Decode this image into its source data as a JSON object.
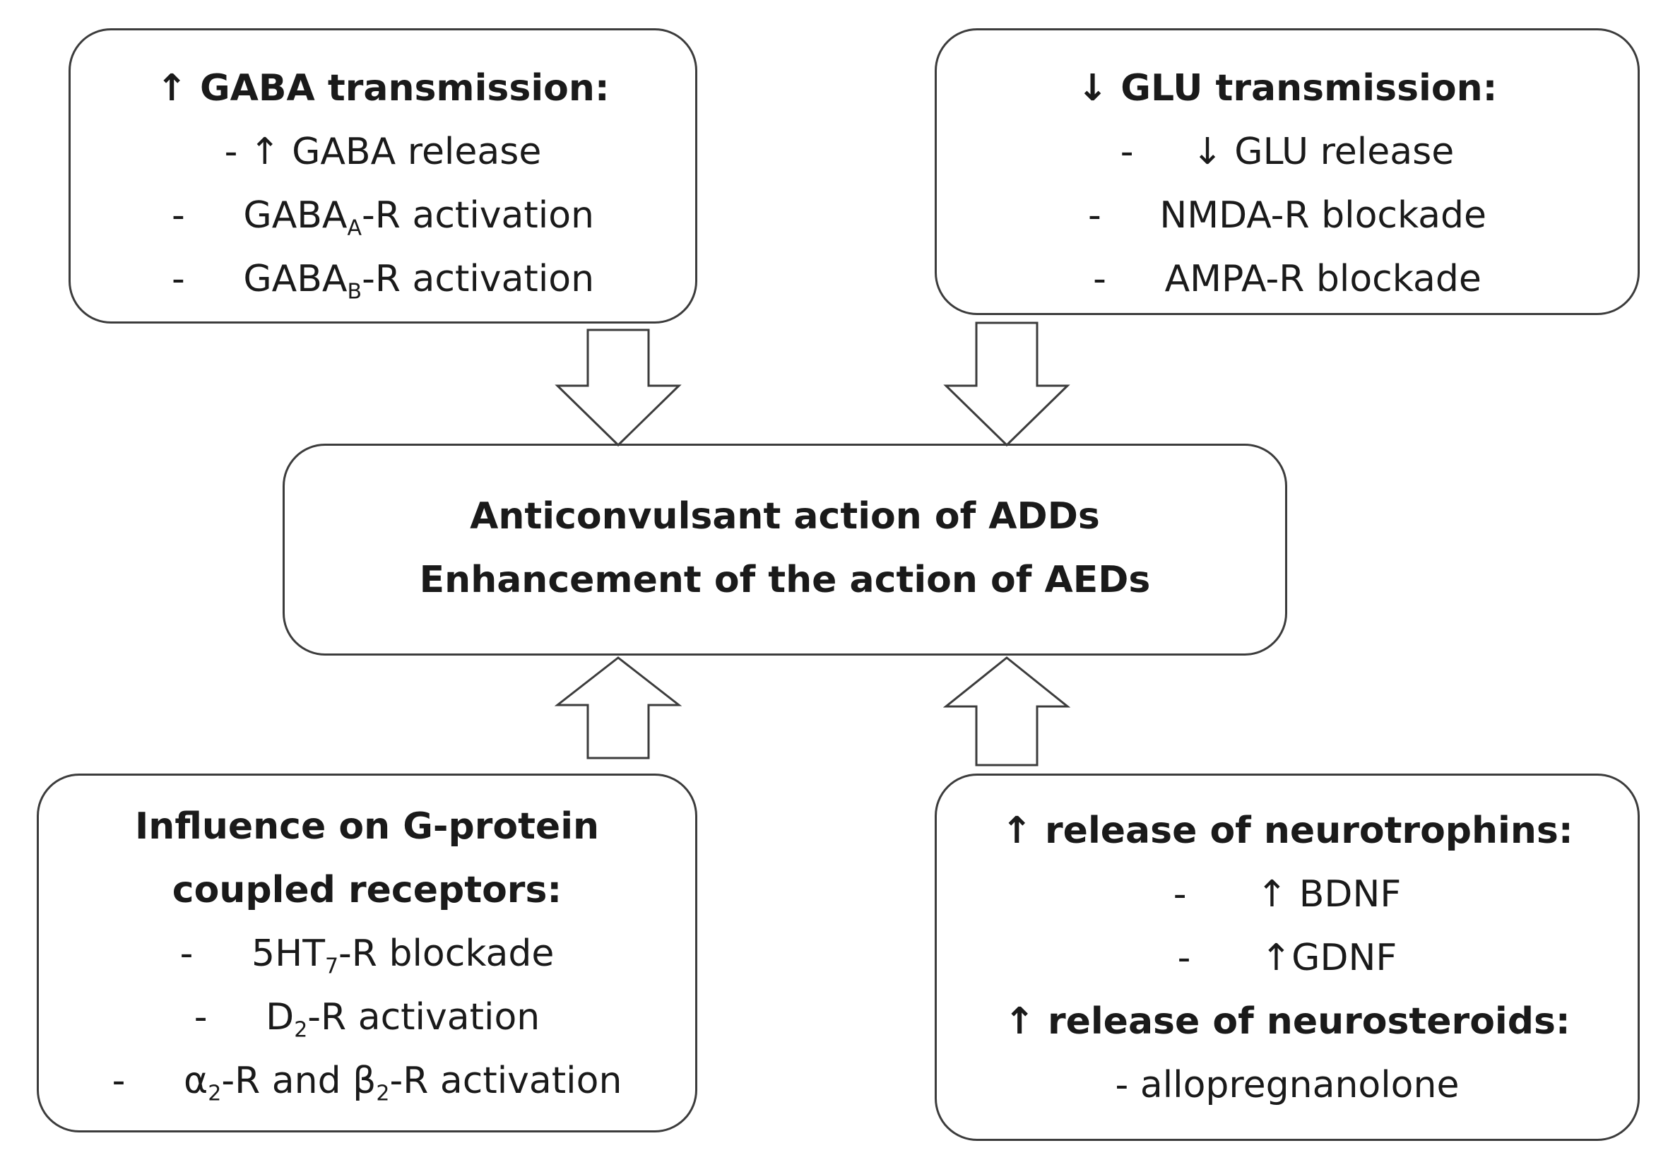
{
  "top_left": {
    "title": "↑ GABA transmission:",
    "line1": "- ↑ GABA release",
    "line2_prefix": "-     GABA",
    "line2_sub": "A",
    "line2_suffix": "-R activation",
    "line3_prefix": "-     GABA",
    "line3_sub": "B",
    "line3_suffix": "-R activation"
  },
  "top_right": {
    "title": "↓ GLU transmission:",
    "line1": "-     ↓ GLU release",
    "line2": "-     NMDA-R blockade",
    "line3": "-     AMPA-R blockade"
  },
  "center": {
    "line1": "Anticonvulsant action of ADDs",
    "line2": "Enhancement of the action of AEDs"
  },
  "bottom_left": {
    "title1": "Influence on G-protein",
    "title2": "coupled receptors:",
    "line1_prefix": "-     5HT",
    "line1_sub": "7",
    "line1_suffix": "-R blockade",
    "line2_prefix": "-     D",
    "line2_sub": "2",
    "line2_suffix": "-R activation",
    "line3_prefix": "-     α",
    "line3_sub1": "2",
    "line3_mid": "-R and β",
    "line3_sub2": "2",
    "line3_suffix": "-R activation"
  },
  "bottom_right": {
    "title1": "↑ release of neurotrophins:",
    "line1": "-      ↑ BDNF",
    "line2": "-      ↑GDNF",
    "title2": "↑ release of neurosteroids:",
    "line3": "- allopregnanolone"
  },
  "colors": {
    "border": "#3c3c3c",
    "text": "#1a1a1a",
    "arrow_fill": "#ffffff"
  }
}
